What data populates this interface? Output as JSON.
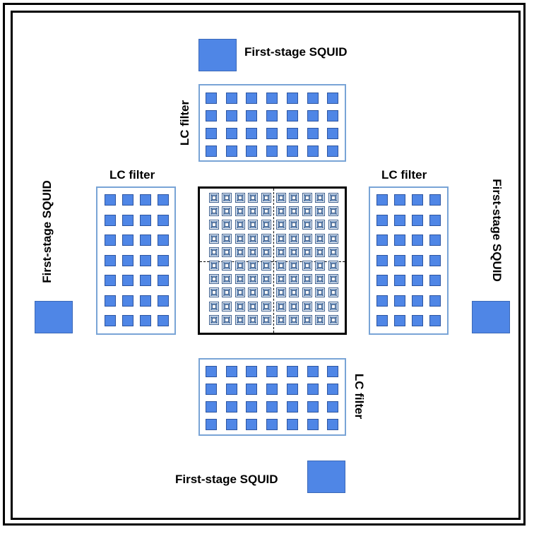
{
  "labels": {
    "squid_top": "First-stage SQUID",
    "squid_left": "First-stage SQUID",
    "squid_right": "First-stage SQUID",
    "squid_bottom": "First-stage SQUID",
    "lc_top": "LC filter",
    "lc_left": "LC filter",
    "lc_right": "LC filter",
    "lc_bottom": "LC filter"
  },
  "colors": {
    "squid_fill": "#4f86e6",
    "pad_fill": "#4f86e6",
    "lc_border": "#79a4d6",
    "pixel_fill": "#7a9cc6"
  },
  "lc_filter_arrays": {
    "top": {
      "rows": 4,
      "cols": 7
    },
    "bottom": {
      "rows": 4,
      "cols": 7
    },
    "left": {
      "rows": 7,
      "cols": 4
    },
    "right": {
      "rows": 7,
      "cols": 4
    }
  },
  "pixel_array": {
    "rows": 10,
    "cols": 10
  }
}
